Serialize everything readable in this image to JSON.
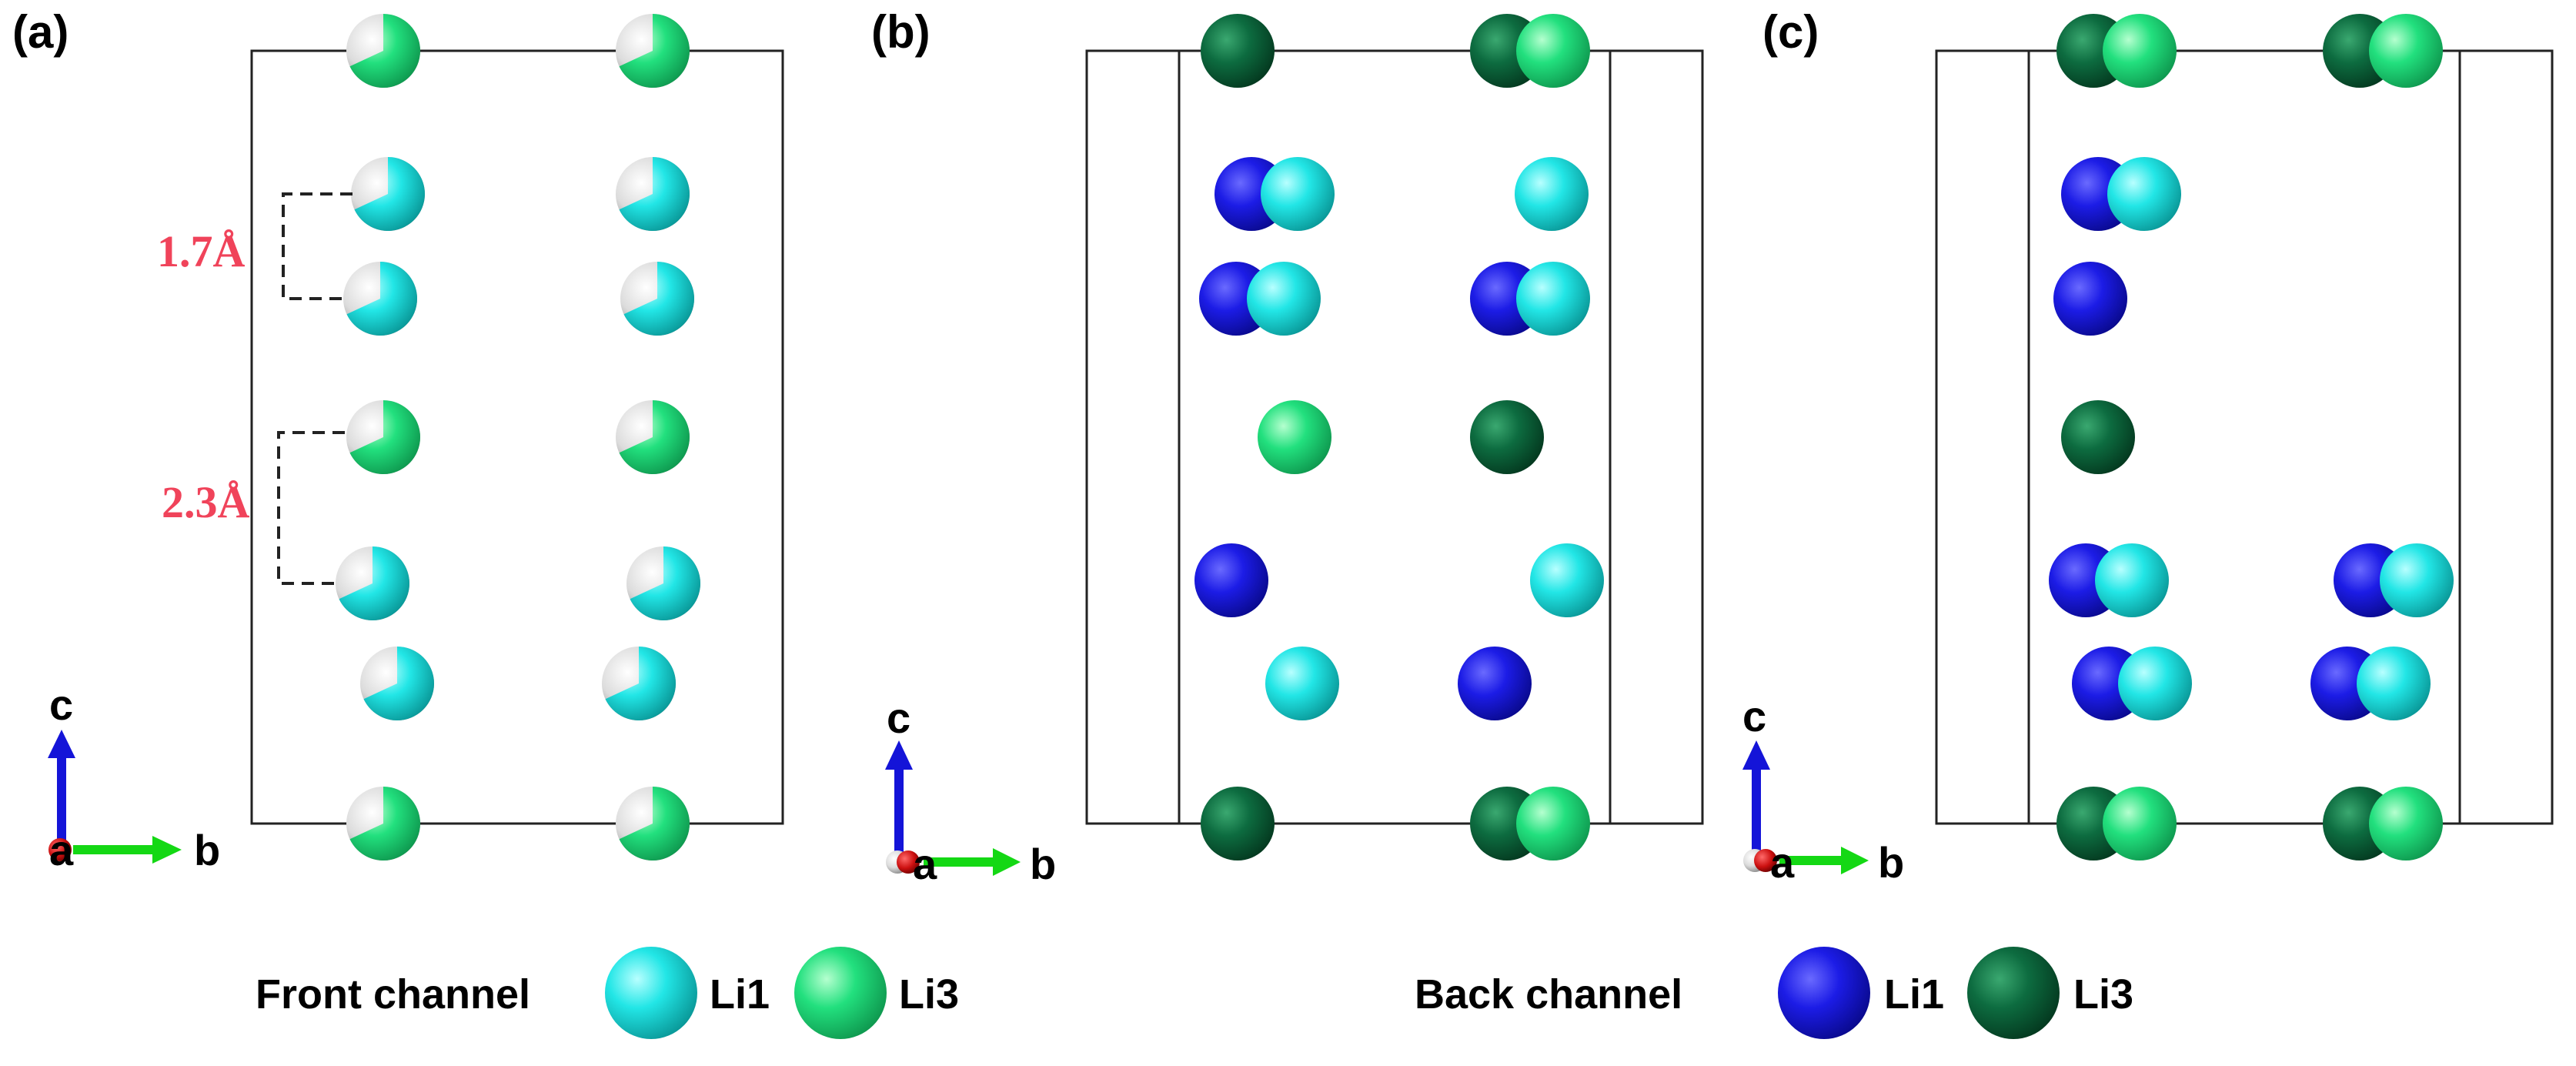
{
  "panels": [
    {
      "label": "(a)"
    },
    {
      "label": "(b)"
    },
    {
      "label": "(c)"
    }
  ],
  "axes": {
    "c": "c",
    "a": "a",
    "b": "b"
  },
  "distances": {
    "short": "1.7Å",
    "long": "2.3Å"
  },
  "legend": {
    "front": {
      "title": "Front channel",
      "li1": "Li1",
      "li3": "Li3"
    },
    "back": {
      "title": "Back channel",
      "li1": "Li1",
      "li3": "Li3"
    }
  },
  "colors": {
    "front_li1": "#19e3e3",
    "front_li3": "#1ee07e",
    "back_li1": "#1c1ce6",
    "back_li3": "#0b6a3e",
    "vacancy": "#d9d9d9",
    "distance_text": "#f0435a"
  }
}
